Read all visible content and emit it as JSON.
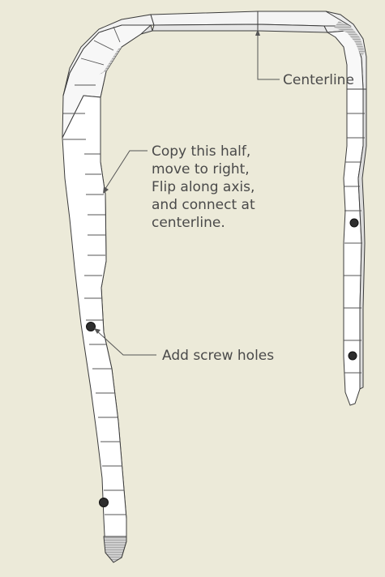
{
  "annotations": {
    "centerline": "Centerline",
    "copy_instructions": [
      "Copy this half,",
      "move to right,",
      "Flip along axis,",
      "and connect at",
      "centerline."
    ],
    "screw_holes": "Add screw holes"
  },
  "colors": {
    "background": "#ecead9",
    "part_face": "#ffffff",
    "part_side": "#e4e4e4",
    "part_shade": "#bdbdbd",
    "edge_line": "#3c3c3c",
    "leader_line": "#555555",
    "text": "#4a4a4a"
  }
}
